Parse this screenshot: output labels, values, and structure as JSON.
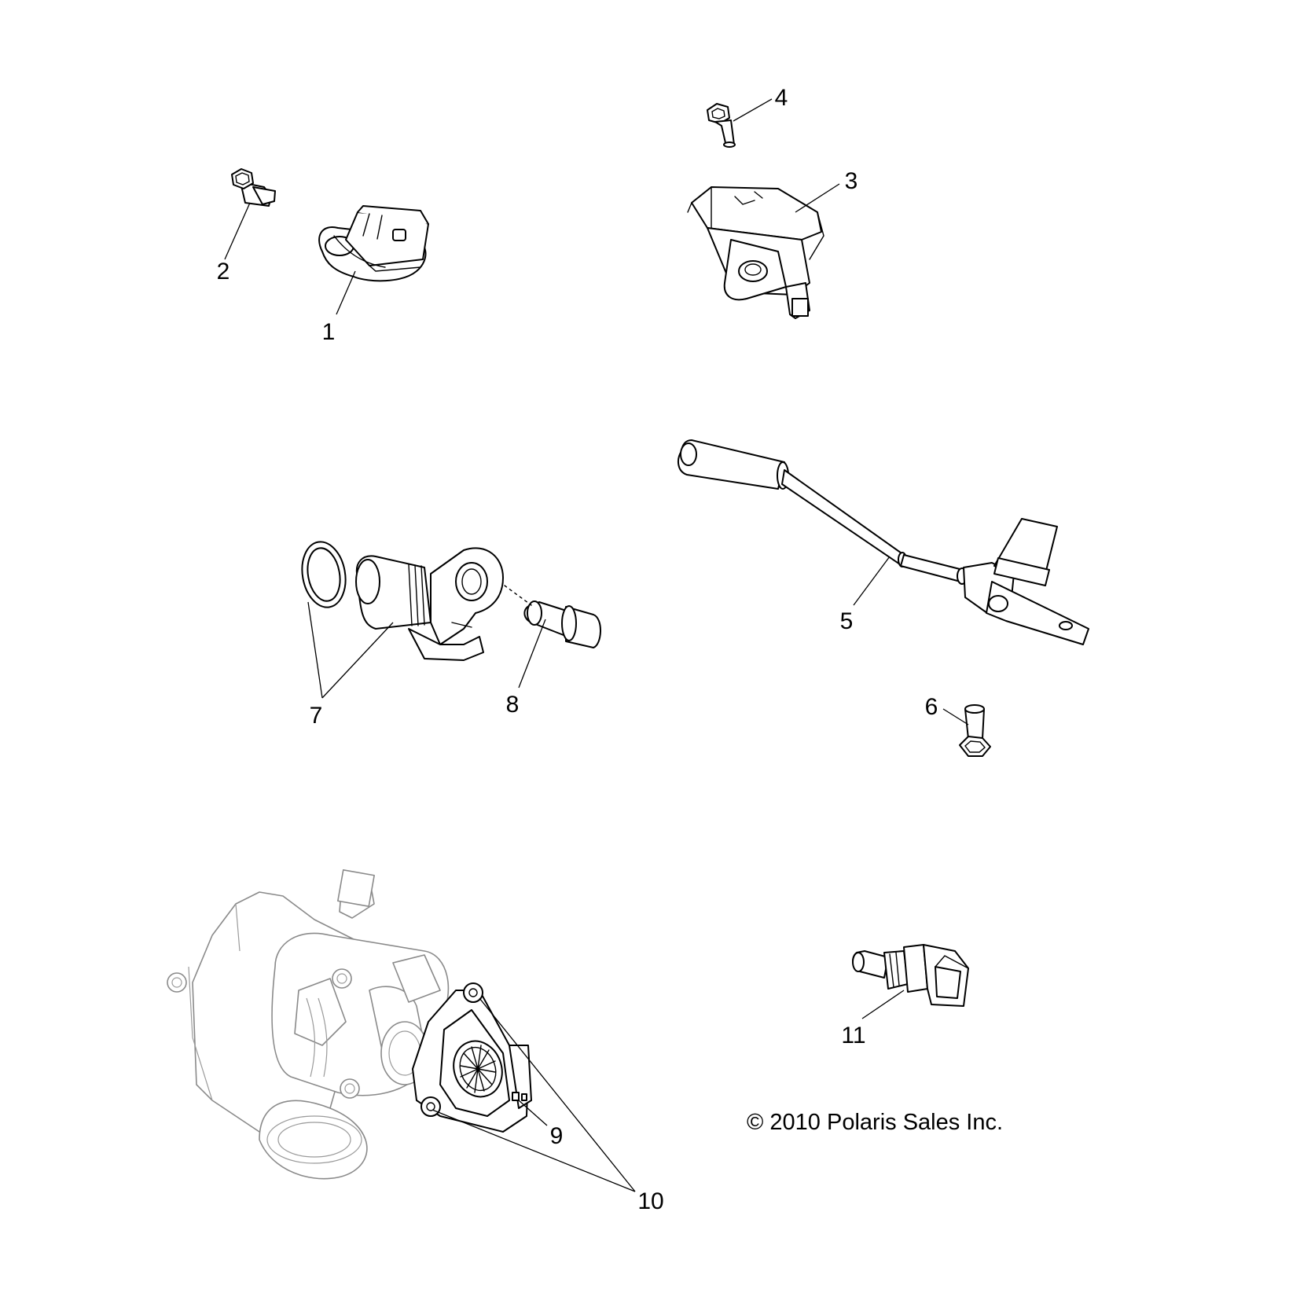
{
  "callouts": [
    "1",
    "2",
    "3",
    "4",
    "5",
    "6",
    "7",
    "8",
    "9",
    "10",
    "11"
  ],
  "copyright": "© 2010 Polaris Sales Inc.",
  "colors": {
    "line": "#000000",
    "ghost_line": "#8a8a8a",
    "background": "#ffffff"
  }
}
